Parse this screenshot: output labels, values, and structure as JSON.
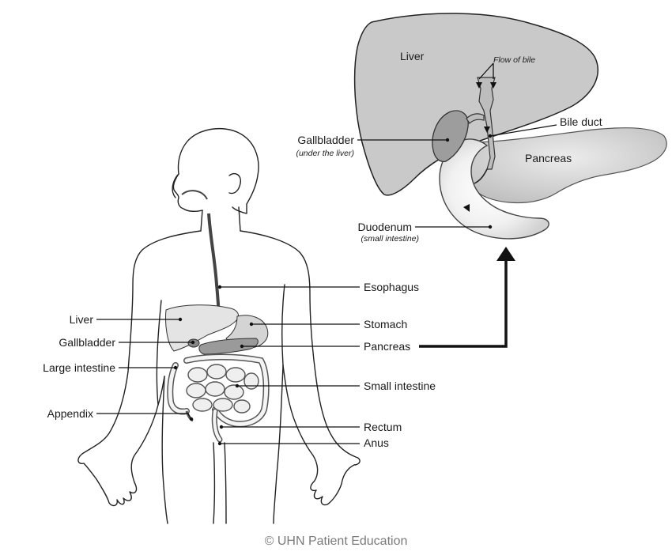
{
  "body_labels": {
    "liver": "Liver",
    "gallbladder": "Gallbladder",
    "large_intestine": "Large intestine",
    "appendix": "Appendix",
    "esophagus": "Esophagus",
    "stomach": "Stomach",
    "pancreas": "Pancreas",
    "small_intestine": "Small intestine",
    "rectum": "Rectum",
    "anus": "Anus"
  },
  "detail_labels": {
    "liver": "Liver",
    "flow_of_bile": "Flow of bile",
    "gallbladder": "Gallbladder",
    "gallbladder_note": "(under the liver)",
    "bile_duct": "Bile duct",
    "pancreas": "Pancreas",
    "duodenum": "Duodenum",
    "duodenum_note": "(small intestine)"
  },
  "credit": "© UHN Patient Education",
  "colors": {
    "liver_fill": "#c8c8c8",
    "pancreas_fill": "#d6d6d6",
    "line": "#111111"
  }
}
